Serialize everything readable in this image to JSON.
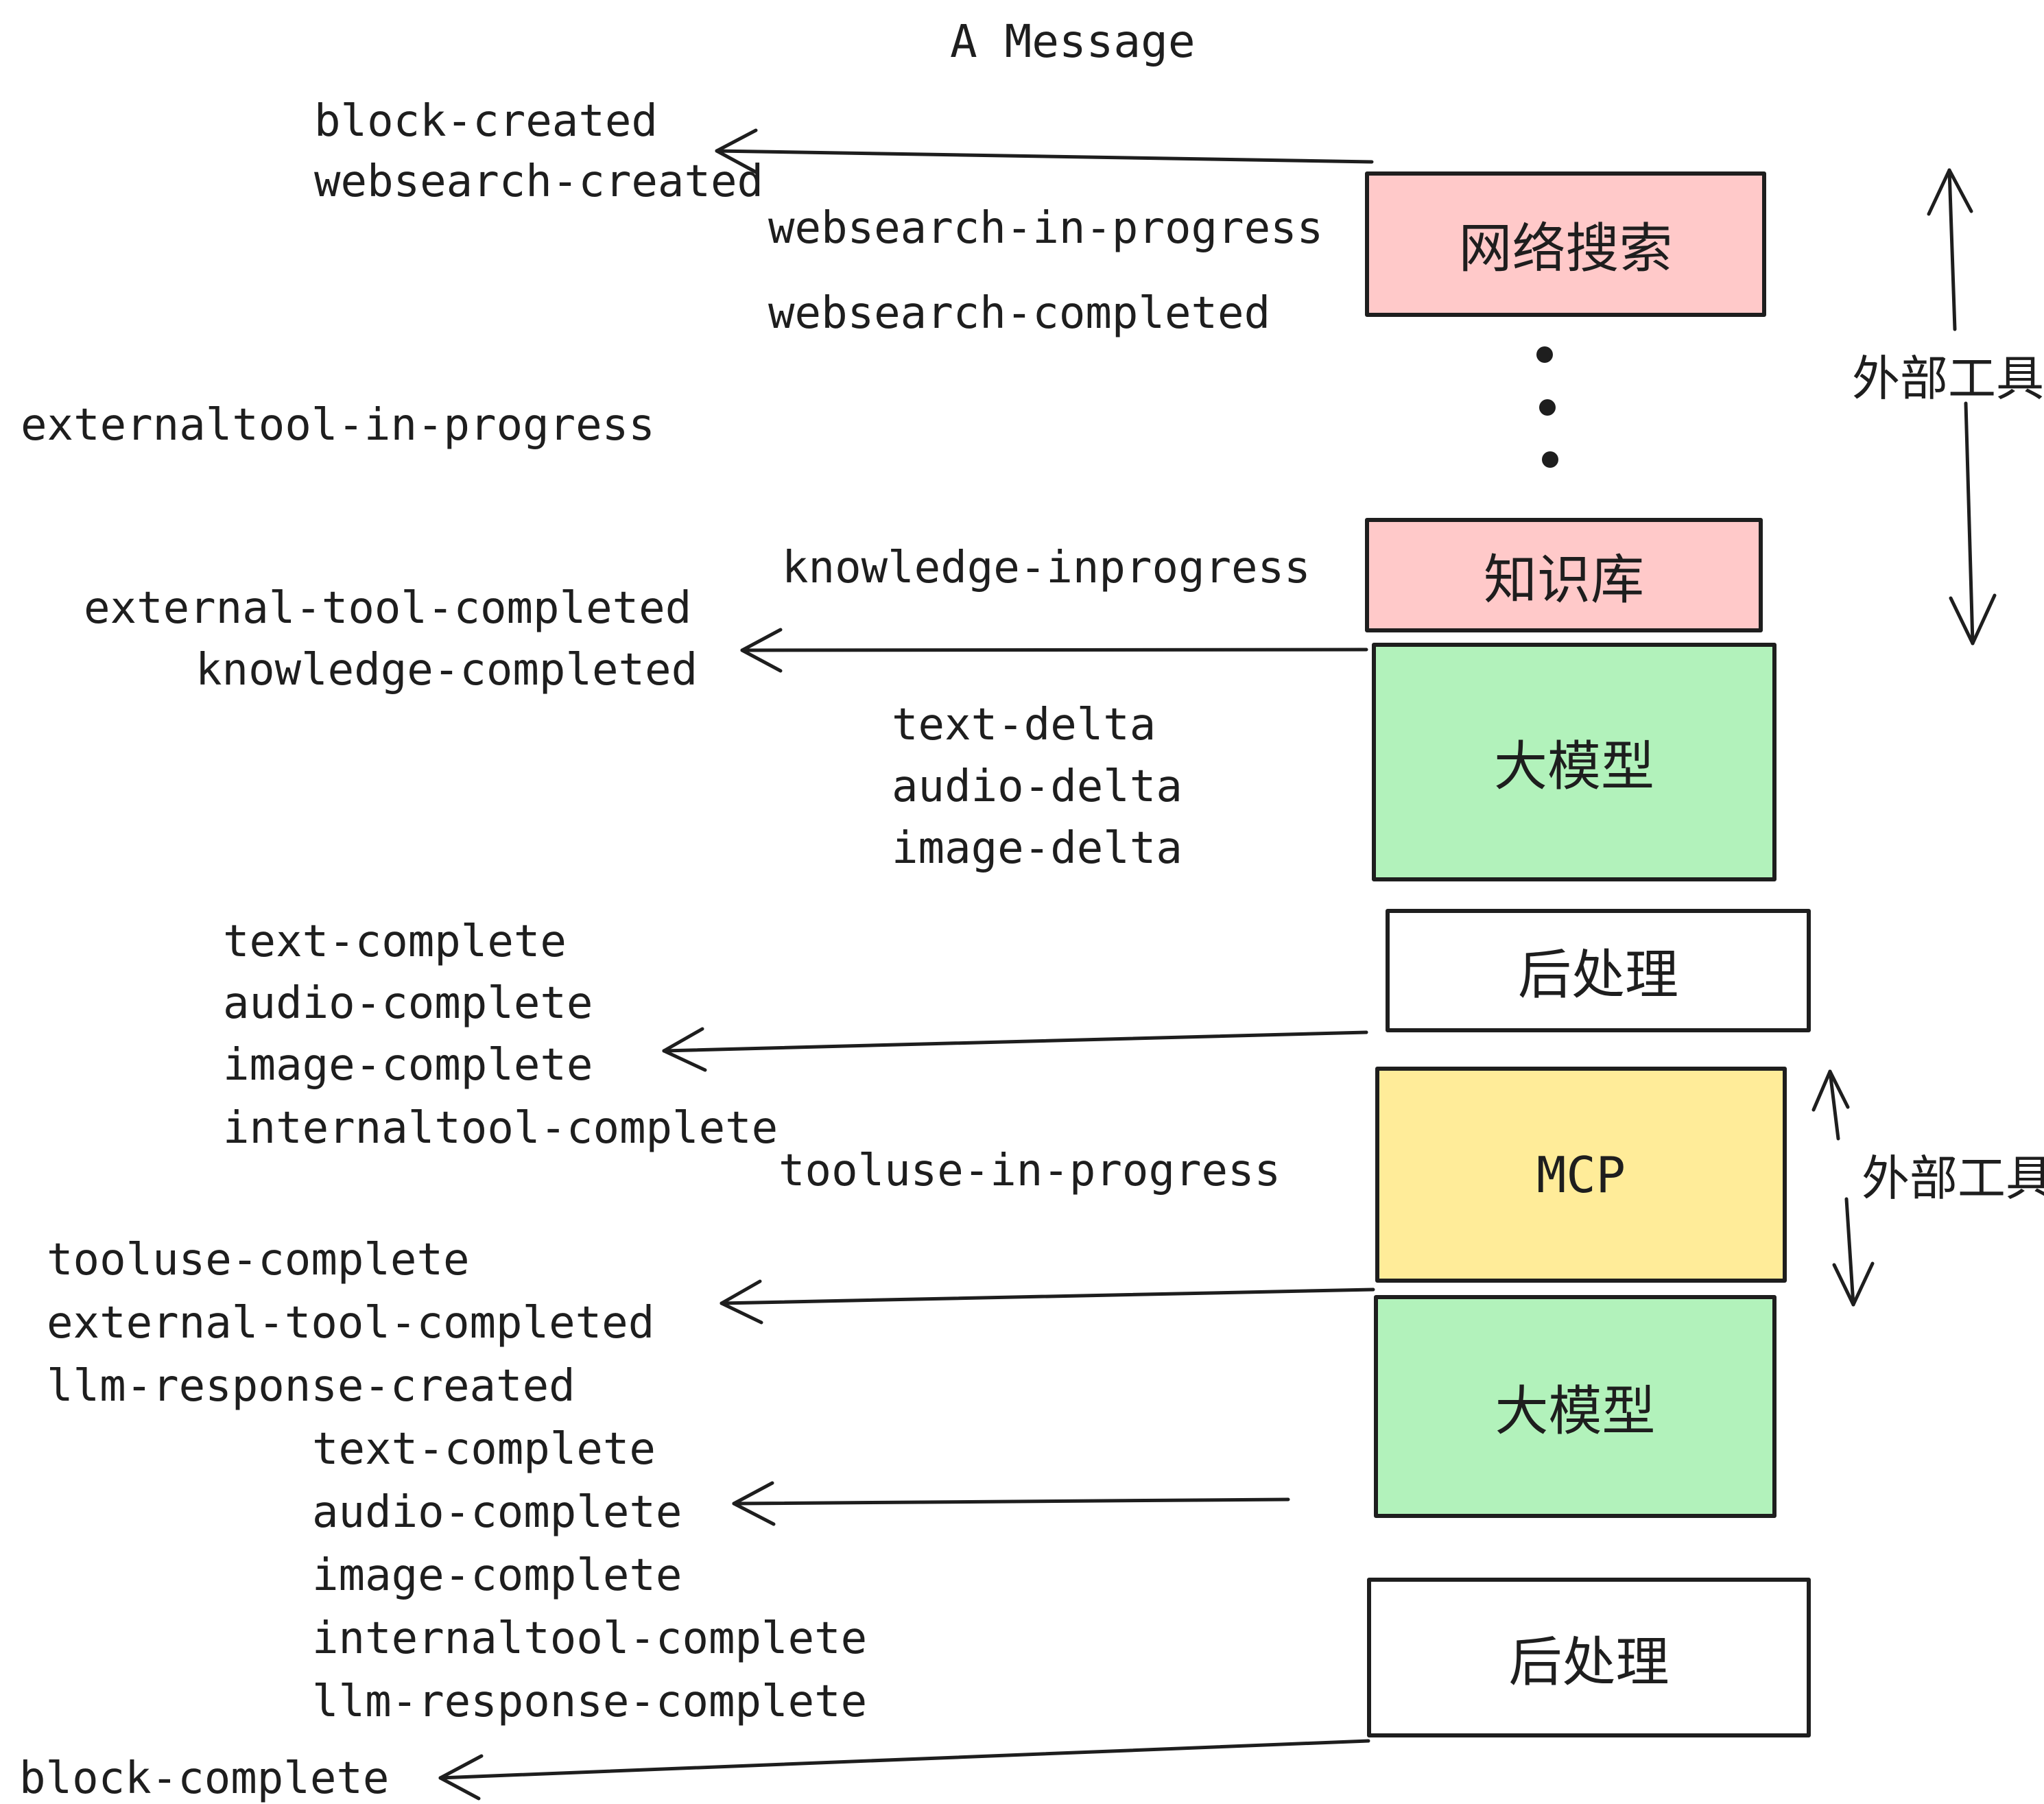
{
  "title": "A Message",
  "boxes": {
    "websearch": {
      "label": "网络搜索",
      "fill": "pink"
    },
    "knowledge": {
      "label": "知识库",
      "fill": "pink"
    },
    "llm1": {
      "label": "大模型",
      "fill": "green"
    },
    "post1": {
      "label": "后处理",
      "fill": "white"
    },
    "mcp": {
      "label": "MCP",
      "fill": "yellow"
    },
    "llm2": {
      "label": "大模型",
      "fill": "green"
    },
    "post2": {
      "label": "后处理",
      "fill": "white"
    }
  },
  "events": {
    "block_created": "block-created",
    "websearch_created": "websearch-created",
    "websearch_in_progress": "websearch-in-progress",
    "websearch_completed": "websearch-completed",
    "externaltool_in_progress": "externaltool-in-progress",
    "knowledge_inprogress": "knowledge-inprogress",
    "external_tool_completed": "external-tool-completed",
    "knowledge_completed": "knowledge-completed",
    "text_delta": "text-delta",
    "audio_delta": "audio-delta",
    "image_delta": "image-delta",
    "text_complete": "text-complete",
    "audio_complete": "audio-complete",
    "image_complete": "image-complete",
    "internaltool_complete": "internaltool-complete",
    "tooluse_in_progress": "tooluse-in-progress",
    "tooluse_complete": "tooluse-complete",
    "external_tool_completed_2": "external-tool-completed",
    "llm_response_created": "llm-response-created",
    "text_complete_2": "text-complete",
    "audio_complete_2": "audio-complete",
    "image_complete_2": "image-complete",
    "internaltool_complete_2": "internaltool-complete",
    "llm_response_complete": "llm-response-complete",
    "block_complete": "block-complete"
  },
  "annotations": {
    "external_tools_top": "外部工具",
    "external_tools_mcp": "外部工具"
  },
  "colors": {
    "pink": "#ffc9c9",
    "green": "#b2f2bb",
    "yellow": "#ffec99",
    "white": "#ffffff",
    "stroke": "#1e1e1e",
    "background": "#ffffff"
  }
}
